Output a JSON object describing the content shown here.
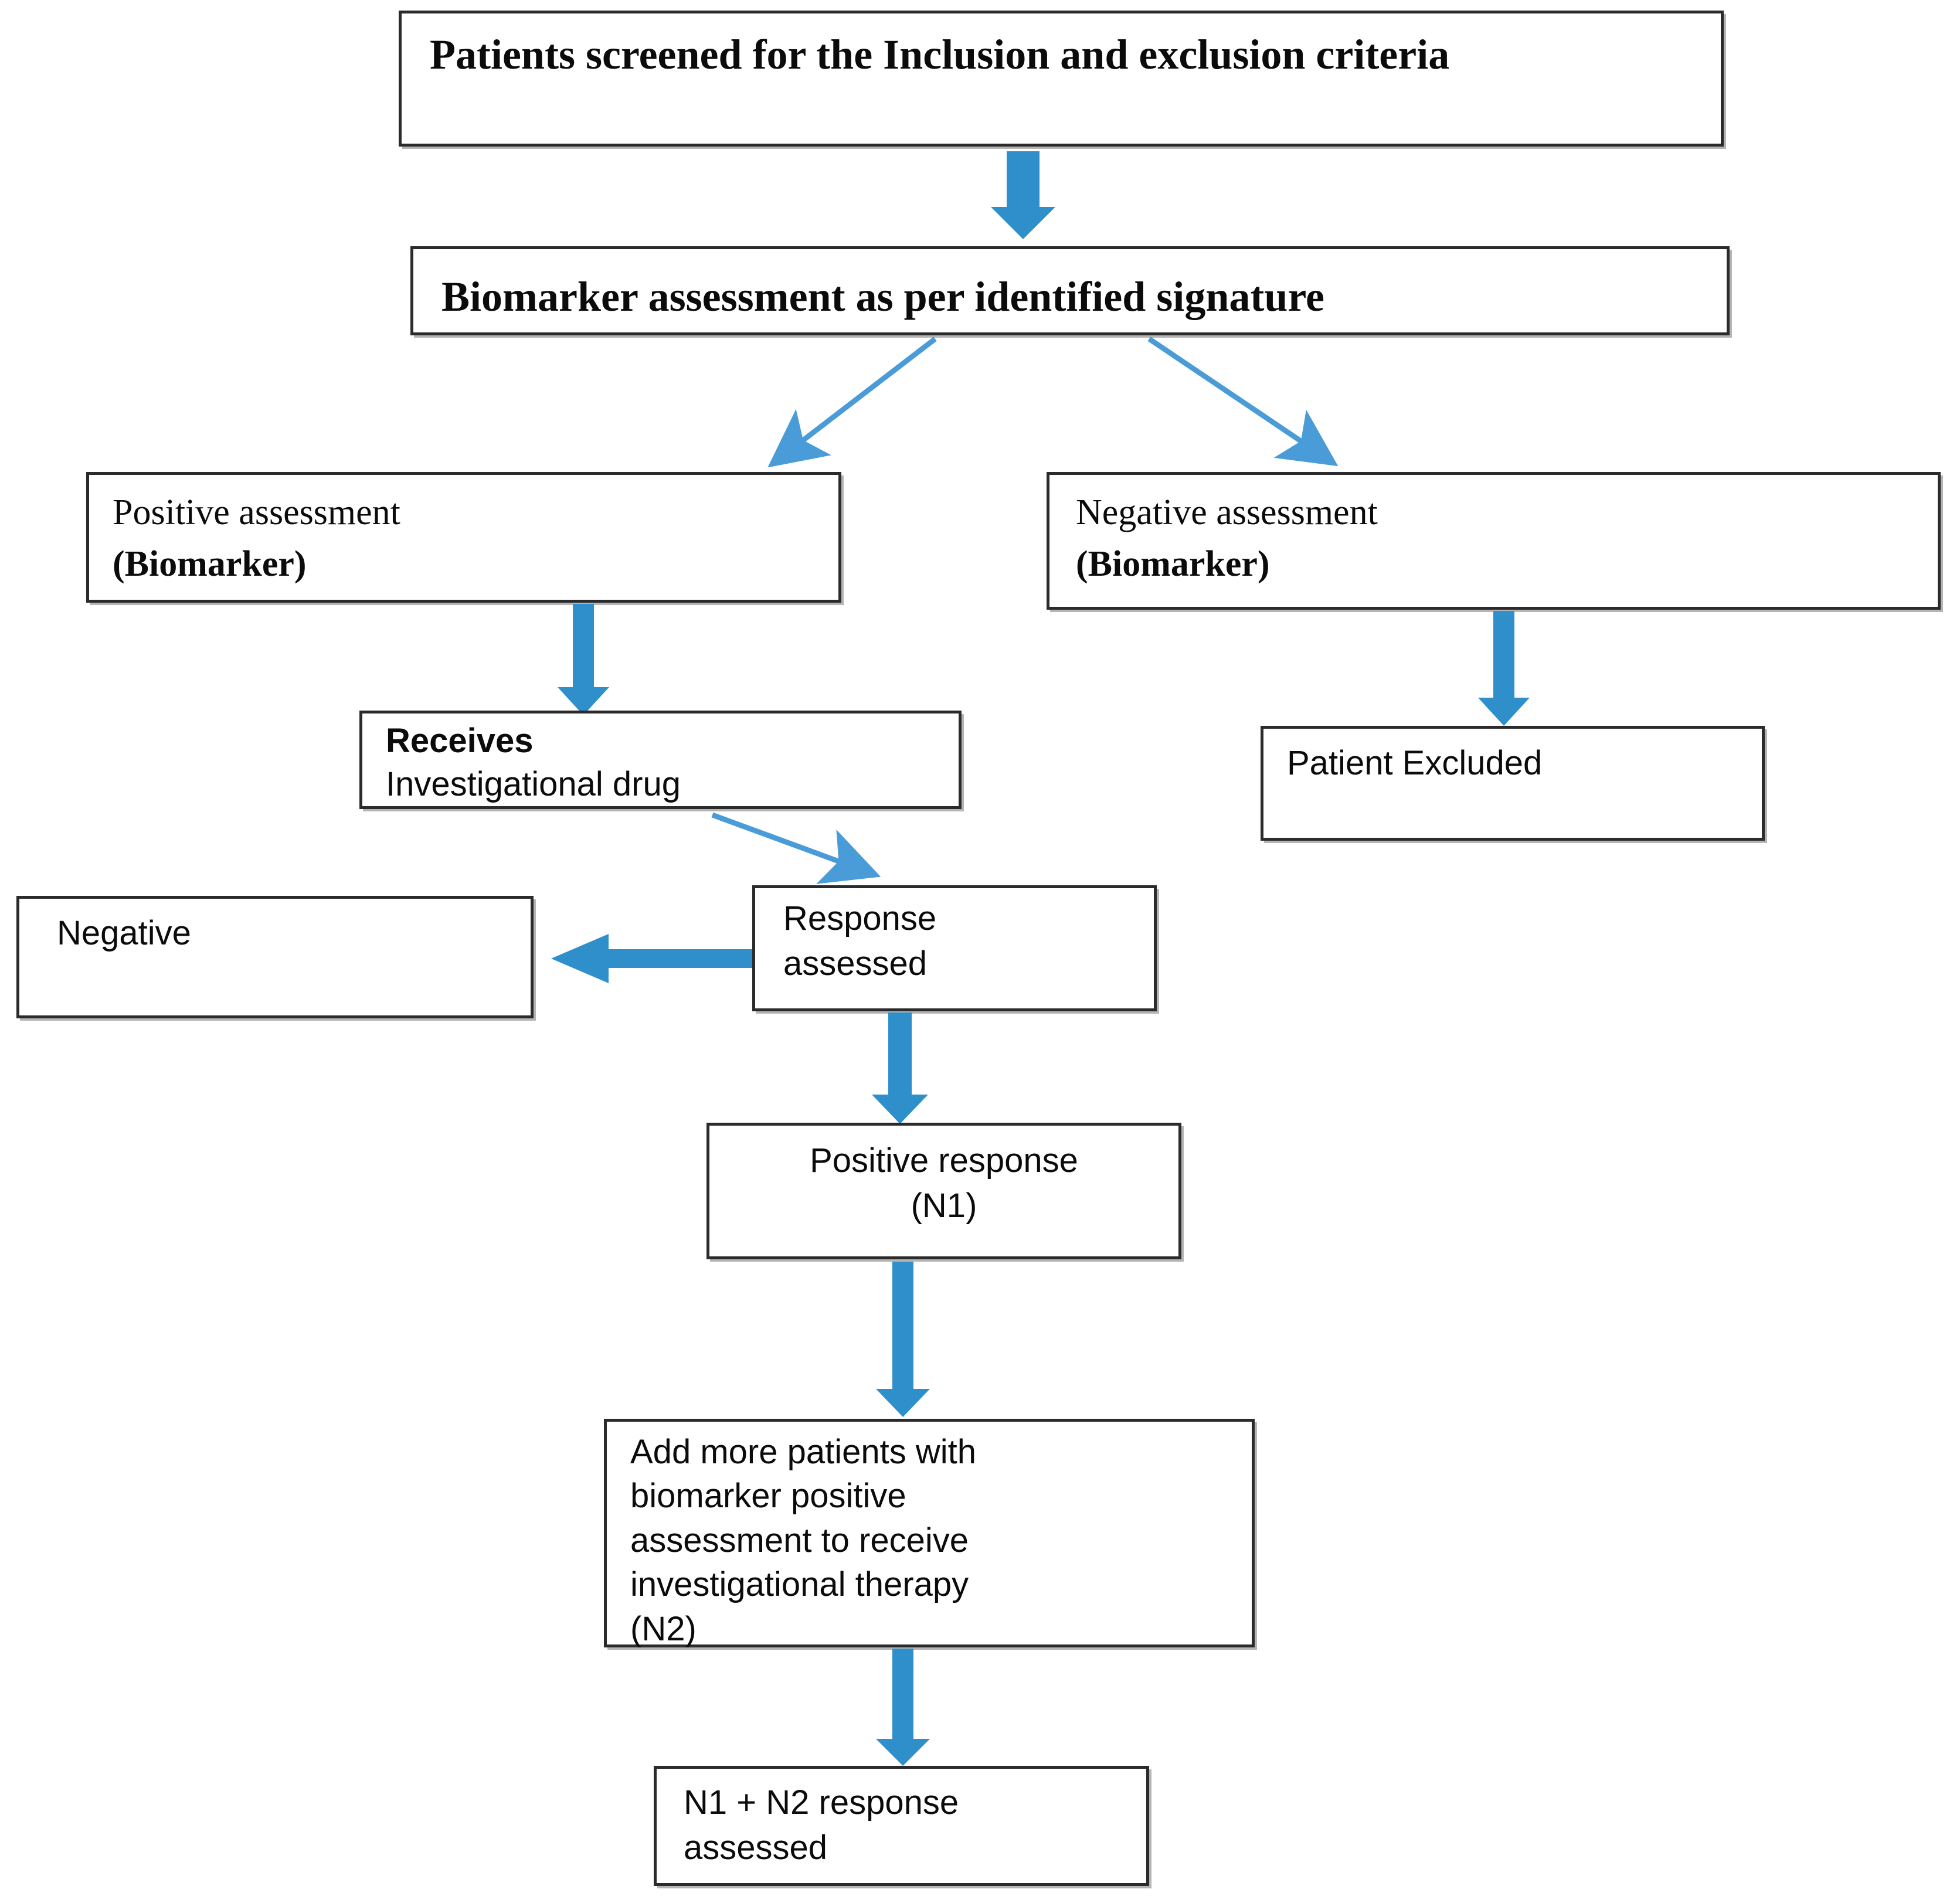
{
  "diagram": {
    "title": "Biomarker-driven adaptive clinical trial enrollment flowchart",
    "colors": {
      "arrow_thick": "#2e8fcb",
      "arrow_thin": "#4a9cd8",
      "box_border": "#2b2b2b",
      "box_fill": "#ffffff",
      "text": "#0b0b0b"
    },
    "nodes": {
      "screened": {
        "text": "Patients screened for the Inclusion and exclusion criteria"
      },
      "biomarker_assessment": {
        "text": "Biomarker assessment as per identified signature"
      },
      "positive_assessment": {
        "line1": "Positive assessment",
        "line2": "(Biomarker)"
      },
      "negative_assessment": {
        "line1": "Negative assessment",
        "line2": "(Biomarker)"
      },
      "receives_drug": {
        "line1": "Receives",
        "line2": "Investigational drug"
      },
      "patient_excluded": {
        "text": "Patient Excluded"
      },
      "negative_outcome": {
        "text": "Negative"
      },
      "response_assessed": {
        "line1": "Response",
        "line2": "assessed"
      },
      "positive_response": {
        "line1": "Positive response",
        "line2": "(N1)"
      },
      "add_more_patients": {
        "line1": "Add more patients with",
        "line2": "biomarker positive",
        "line3": "assessment to receive",
        "line4": "investigational therapy",
        "line5": "(N2)"
      },
      "final_response": {
        "line1": "N1 + N2 response",
        "line2": "assessed"
      }
    },
    "edges": [
      {
        "from": "screened",
        "to": "biomarker_assessment",
        "style": "thick-down"
      },
      {
        "from": "biomarker_assessment",
        "to": "positive_assessment",
        "style": "thin-diagonal-left"
      },
      {
        "from": "biomarker_assessment",
        "to": "negative_assessment",
        "style": "thin-diagonal-right"
      },
      {
        "from": "positive_assessment",
        "to": "receives_drug",
        "style": "thick-down"
      },
      {
        "from": "negative_assessment",
        "to": "patient_excluded",
        "style": "thick-down"
      },
      {
        "from": "receives_drug",
        "to": "response_assessed",
        "style": "thin-diagonal-right"
      },
      {
        "from": "response_assessed",
        "to": "negative_outcome",
        "style": "thick-left"
      },
      {
        "from": "response_assessed",
        "to": "positive_response",
        "style": "thick-down"
      },
      {
        "from": "positive_response",
        "to": "add_more_patients",
        "style": "thick-down"
      },
      {
        "from": "add_more_patients",
        "to": "final_response",
        "style": "thick-down"
      }
    ]
  }
}
